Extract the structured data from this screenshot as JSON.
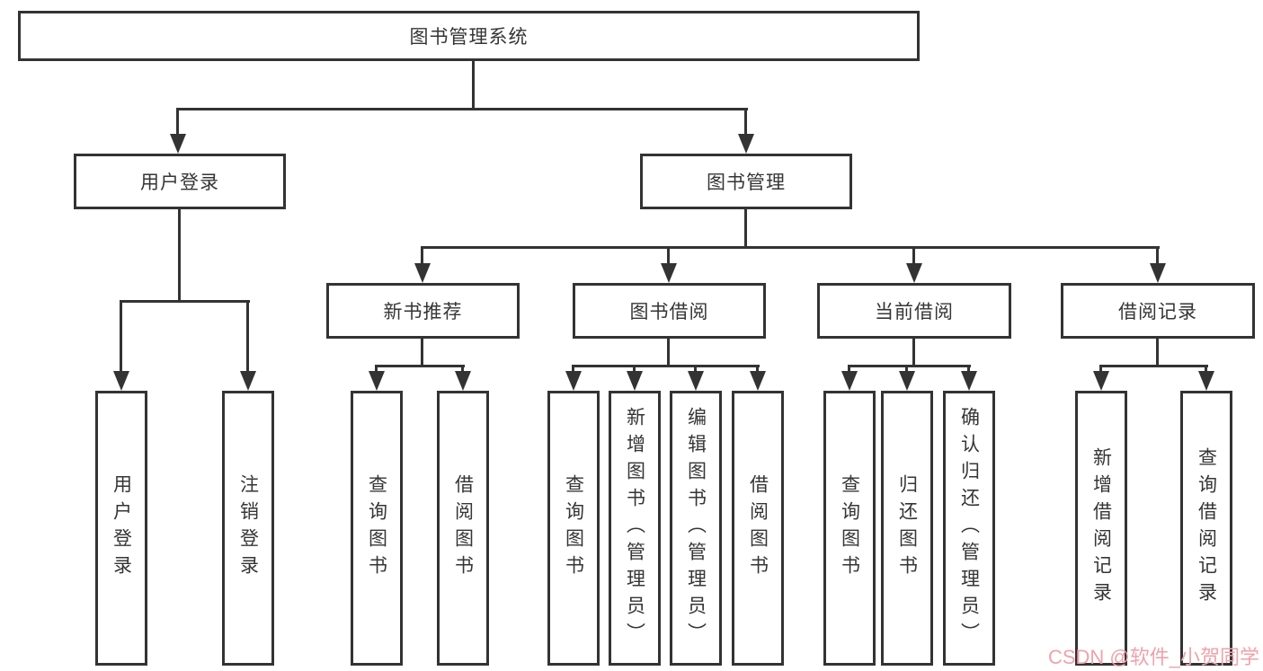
{
  "diagram": {
    "type": "hierarchy-tree",
    "colors": {
      "line": "#333333",
      "box_fill": "#ffffff",
      "watermark": "#f0a2aa"
    }
  },
  "tree": {
    "root": {
      "label": "图书管理系统",
      "children": [
        {
          "label": "用户登录",
          "children": [
            {
              "label": "用户登录"
            },
            {
              "label": "注销登录"
            }
          ]
        },
        {
          "label": "图书管理",
          "children": [
            {
              "label": "新书推荐",
              "children": [
                {
                  "label": "查询图书"
                },
                {
                  "label": "借阅图书"
                }
              ]
            },
            {
              "label": "图书借阅",
              "children": [
                {
                  "label": "查询图书"
                },
                {
                  "label": "新增图书（管理员）"
                },
                {
                  "label": "编辑图书（管理员）"
                },
                {
                  "label": "借阅图书"
                }
              ]
            },
            {
              "label": "当前借阅",
              "children": [
                {
                  "label": "查询图书"
                },
                {
                  "label": "归还图书"
                },
                {
                  "label": "确认归还（管理员）"
                }
              ]
            },
            {
              "label": "借阅记录",
              "children": [
                {
                  "label": "新增借阅记录"
                },
                {
                  "label": "查询借阅记录"
                }
              ]
            }
          ]
        }
      ]
    }
  },
  "watermark": {
    "text": "CSDN @软件_小贺同学"
  }
}
